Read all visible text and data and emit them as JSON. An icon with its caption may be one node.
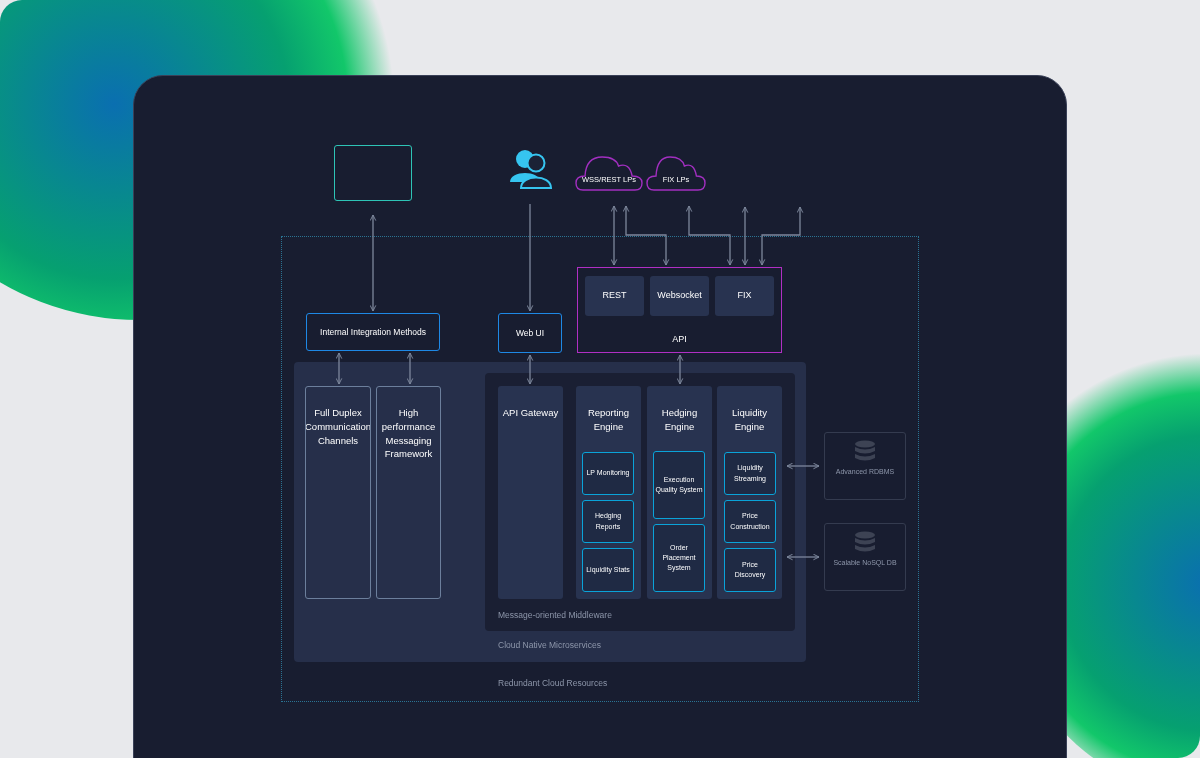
{
  "diagram": {
    "nodes": [
      {
        "text": [],
        "shape": "box"
      },
      {
        "text": [],
        "shape": "person"
      },
      {
        "text": [
          "WSS/REST LPs"
        ]
      },
      {
        "text": [
          "FIX LPs"
        ]
      },
      {
        "text": [
          "Redundant Cloud Resources"
        ]
      },
      {
        "text": [
          "Internal Integration Methods"
        ],
        "in": 4
      },
      {
        "text": [
          "Web UI"
        ],
        "in": 4
      },
      {
        "text": [
          "API"
        ],
        "in": 4
      },
      {
        "text": [
          "REST"
        ],
        "in": 7
      },
      {
        "text": [
          "Websocket"
        ],
        "in": 7
      },
      {
        "text": [
          "FIX"
        ],
        "in": 7
      },
      {
        "text": [
          "Cloud Native Microservices"
        ],
        "in": 4
      },
      {
        "text": [
          "Full Duplex Communication Channels"
        ],
        "in": 11
      },
      {
        "text": [
          "High performance Messaging Framework"
        ],
        "in": 11
      },
      {
        "text": [
          "Message-oriented Middleware"
        ],
        "in": 11
      },
      {
        "text": [
          "API Gateway"
        ],
        "in": 14
      },
      {
        "text": [
          "Reporting Engine"
        ],
        "in": 14
      },
      {
        "text": [
          "LP Monitoring"
        ],
        "in": 16
      },
      {
        "text": [
          "Hedging Reports"
        ],
        "in": 16
      },
      {
        "text": [
          "Liquidity Stats"
        ],
        "in": 16
      },
      {
        "text": [
          "Hedging Engine"
        ],
        "in": 14
      },
      {
        "text": [
          "Execution Quality System"
        ],
        "in": 20
      },
      {
        "text": [
          "Order Placement System"
        ],
        "in": 20
      },
      {
        "text": [
          "Liquidity Engine"
        ],
        "in": 14
      },
      {
        "text": [
          "Liquidity Streaming"
        ],
        "in": 23
      },
      {
        "text": [
          "Price Construction"
        ],
        "in": 23
      },
      {
        "text": [
          "Price Discovery"
        ],
        "in": 23
      },
      {
        "text": [
          "Advanced RDBMS"
        ],
        "in": 4
      },
      {
        "text": [
          "Scalable NoSQL DB"
        ],
        "in": 4
      }
    ],
    "edges": [
      {
        "from": 0,
        "to": 5,
        "arrow": "both"
      },
      {
        "from": 1,
        "to": 6,
        "arrow": "to"
      },
      {
        "from": 2,
        "to": 7,
        "arrow": "both"
      },
      {
        "from": 2,
        "to": 7,
        "arrow": "both"
      },
      {
        "from": 3,
        "to": 7,
        "arrow": "both"
      },
      {
        "from": null,
        "to": 7,
        "arrow": "both"
      },
      {
        "from": null,
        "to": 7,
        "arrow": "both"
      },
      {
        "from": 5,
        "to": 12,
        "arrow": "both"
      },
      {
        "from": 5,
        "to": 13,
        "arrow": "both"
      },
      {
        "from": 6,
        "to": 15,
        "arrow": "both"
      },
      {
        "from": 7,
        "to": 20,
        "arrow": "both"
      },
      {
        "from": 23,
        "to": 27,
        "arrow": "both"
      },
      {
        "from": 23,
        "to": 28,
        "arrow": "both"
      }
    ]
  }
}
